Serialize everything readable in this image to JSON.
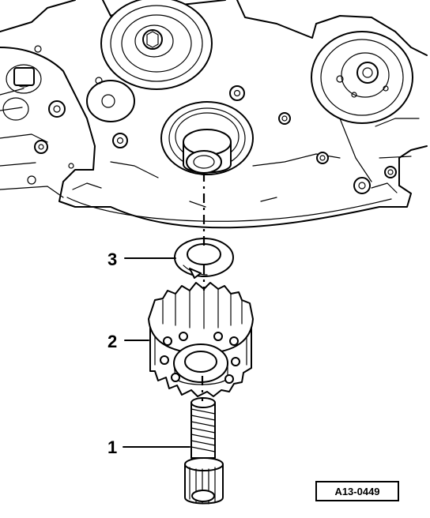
{
  "callouts": [
    {
      "number": "3"
    },
    {
      "number": "2"
    },
    {
      "number": "1"
    }
  ],
  "reference_code": "A13-0449"
}
